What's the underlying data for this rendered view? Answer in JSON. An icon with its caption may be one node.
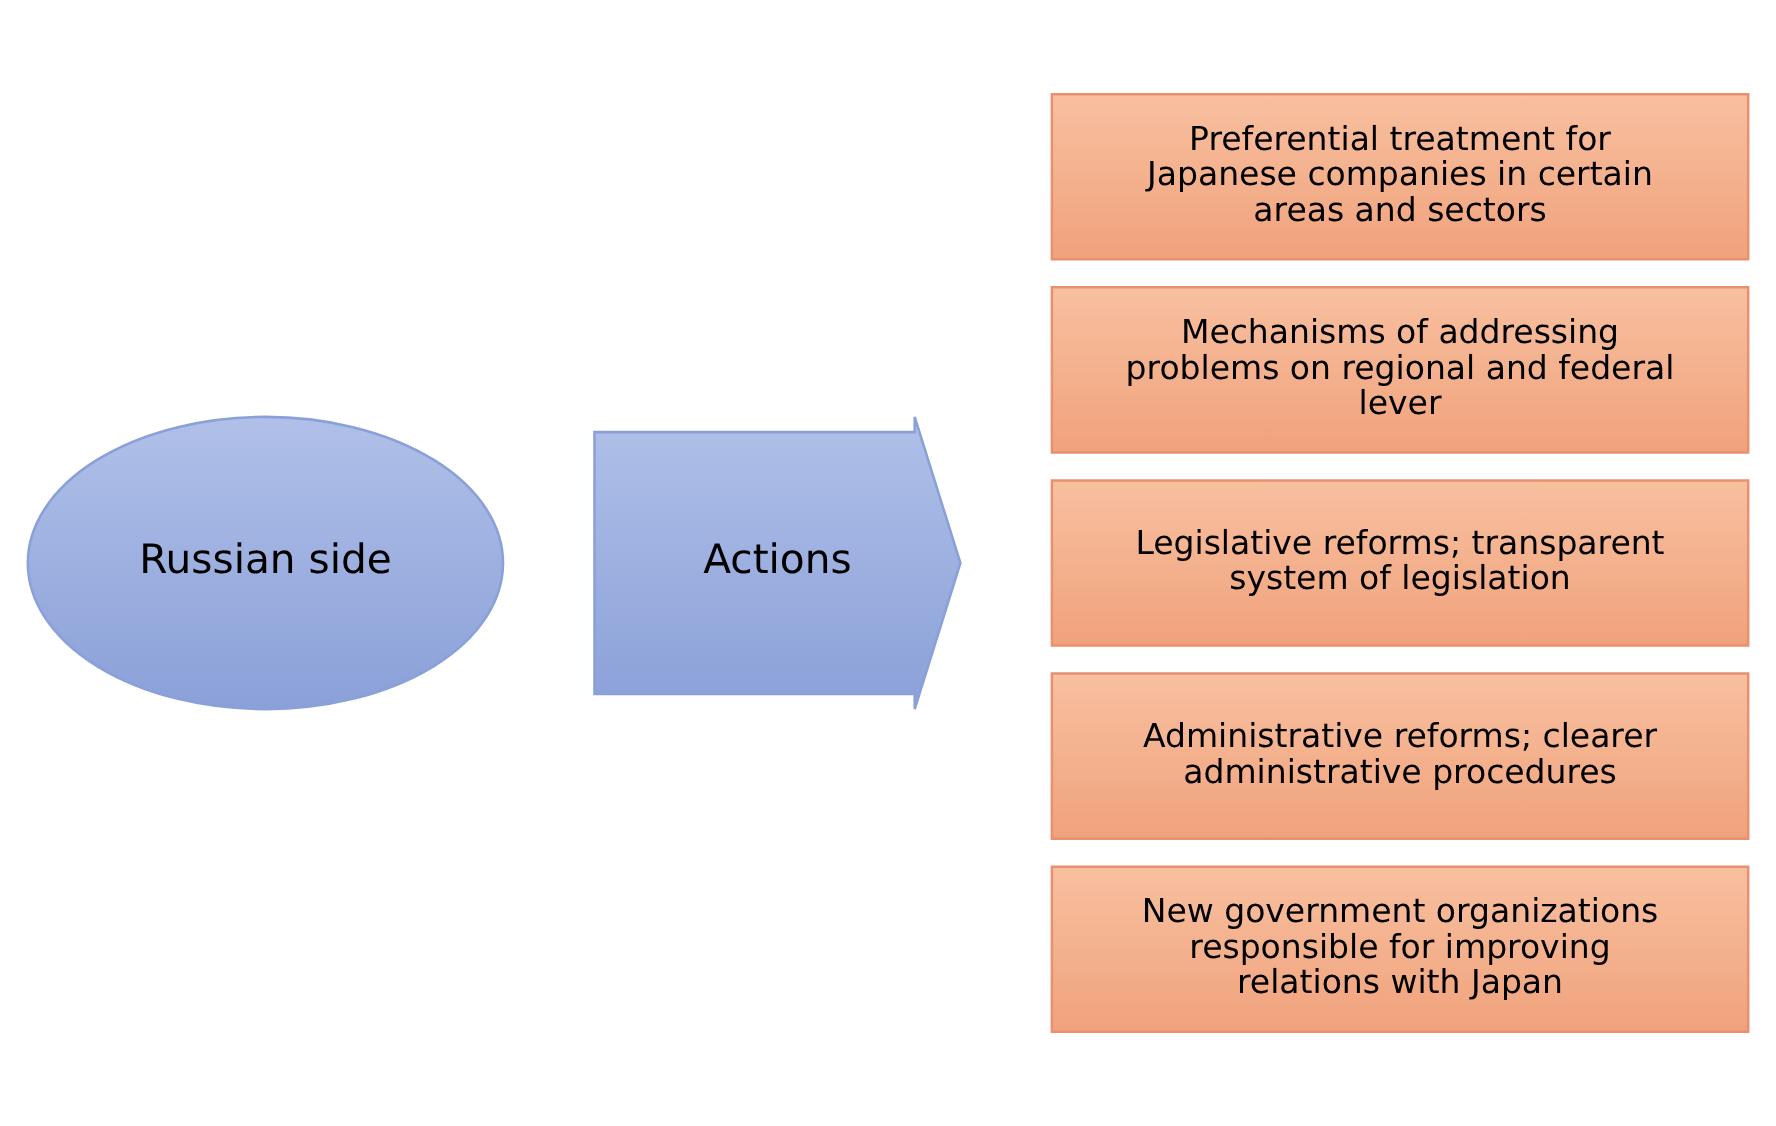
{
  "diagram": {
    "nodes": [
      {
        "text": [
          "Russian side"
        ]
      },
      {
        "text": [
          "Actions"
        ]
      },
      {
        "text": [
          "Preferential treatment for Japanese companies in certain areas and sectors"
        ]
      },
      {
        "text": [
          "Mechanisms of addressing problems on regional and federal lever"
        ]
      },
      {
        "text": [
          "Legislative reforms; transparent system of legislation"
        ]
      },
      {
        "text": [
          "Administrative reforms; clearer administrative procedures"
        ]
      },
      {
        "text": [
          "New government organizations responsible for improving relations with Japan"
        ]
      }
    ]
  }
}
